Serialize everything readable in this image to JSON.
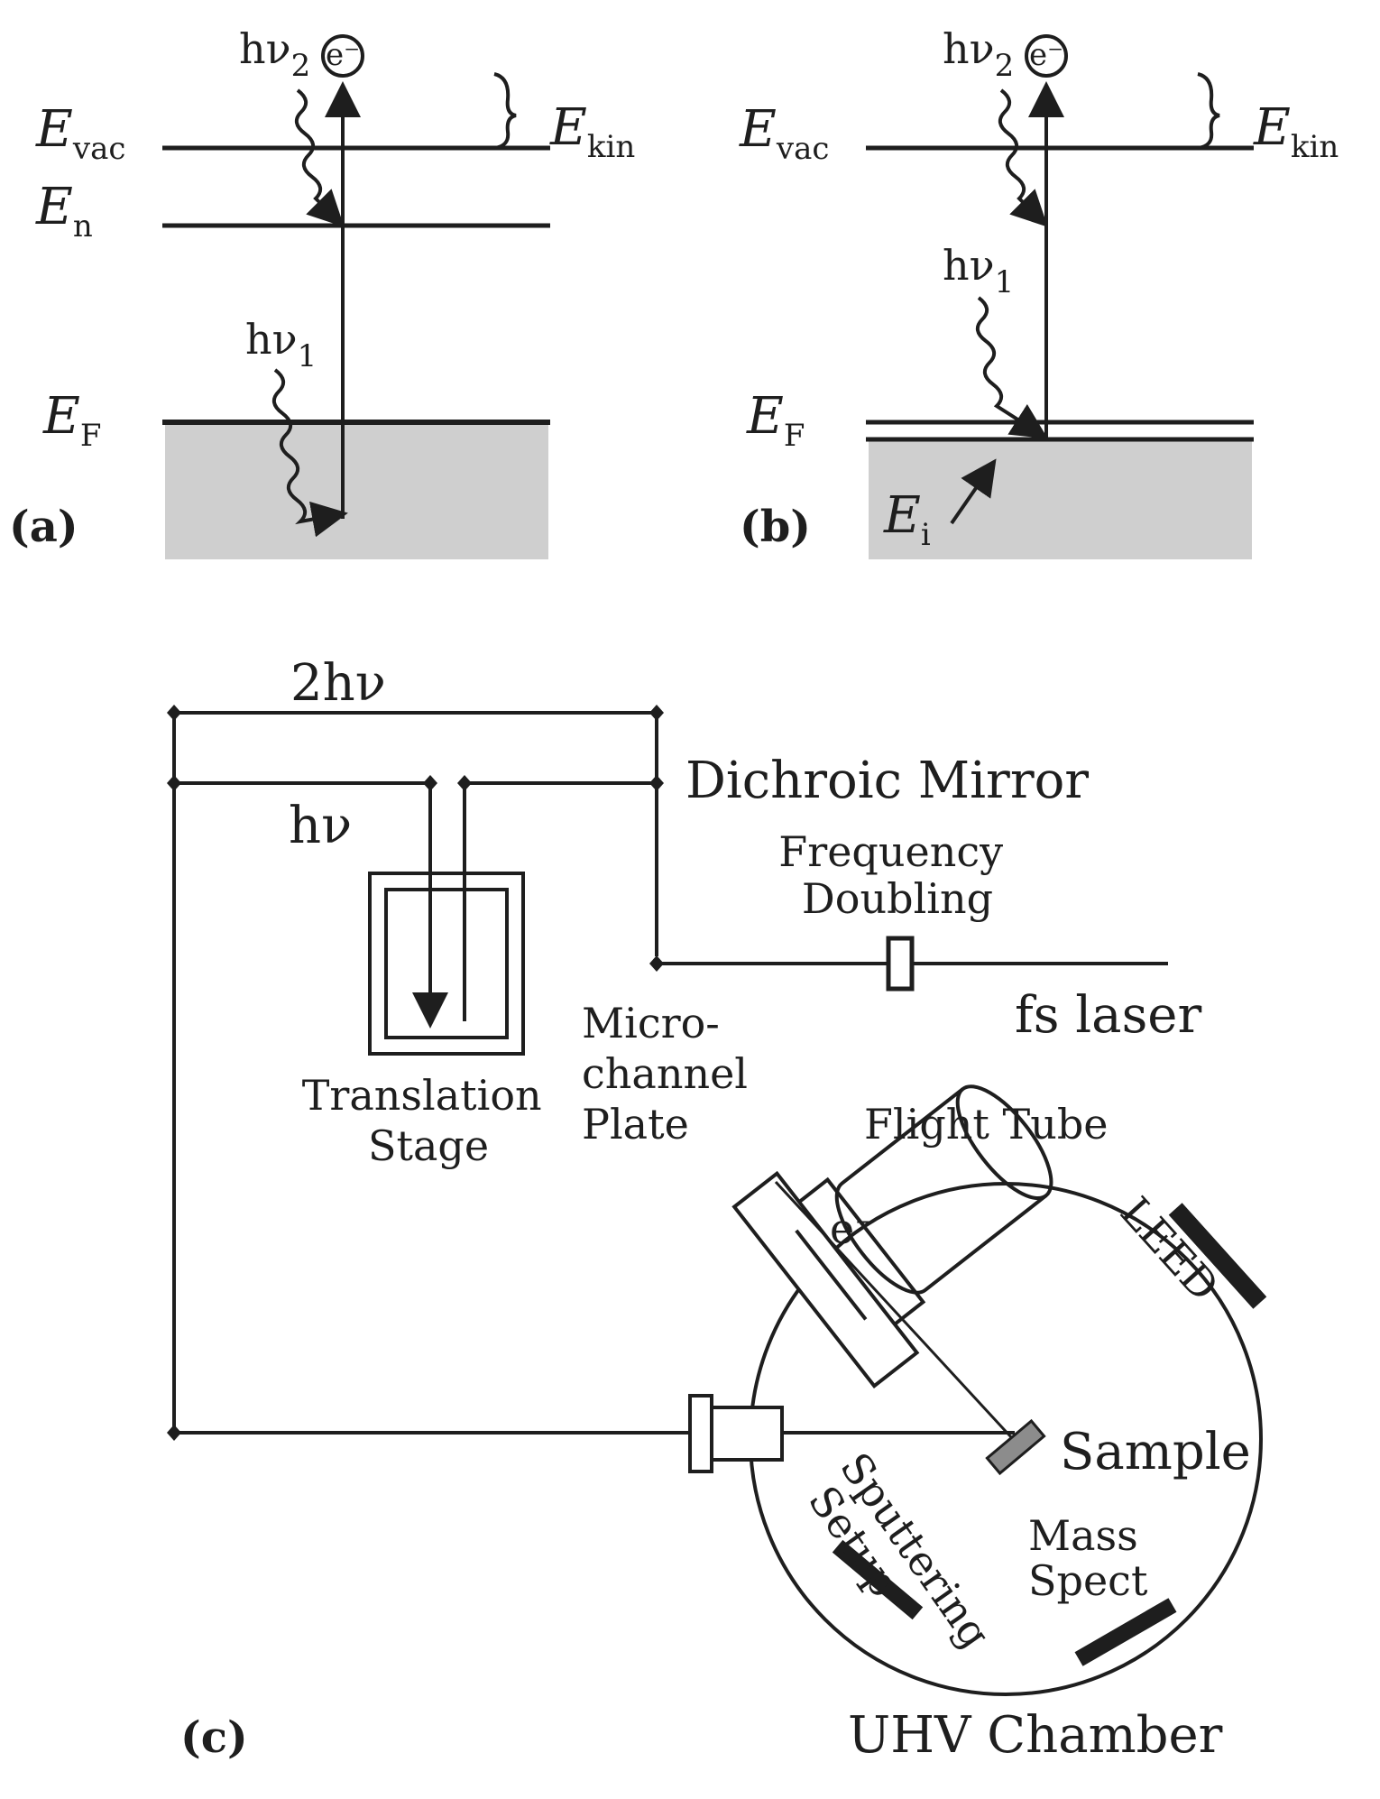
{
  "colors": {
    "ink": "#1e1e1e",
    "metal_fill": "#cfcfcf",
    "sample_fill": "#8c8c8c",
    "background": "#ffffff"
  },
  "panel_a": {
    "panel_label": "(a)",
    "E_vac": {
      "main": "E",
      "sub": "vac"
    },
    "E_n": {
      "main": "E",
      "sub": "n"
    },
    "E_F": {
      "main": "E",
      "sub": "F"
    },
    "E_kin": {
      "main": "E",
      "sub": "kin"
    },
    "hv1": {
      "main": "hν",
      "sub": "1"
    },
    "hv2": {
      "main": "hν",
      "sub": "2"
    },
    "electron": "e⁻"
  },
  "panel_b": {
    "panel_label": "(b)",
    "E_vac": {
      "main": "E",
      "sub": "vac"
    },
    "E_F": {
      "main": "E",
      "sub": "F"
    },
    "E_kin": {
      "main": "E",
      "sub": "kin"
    },
    "E_i": {
      "main": "E",
      "sub": "i"
    },
    "hv1": {
      "main": "hν",
      "sub": "1"
    },
    "hv2": {
      "main": "hν",
      "sub": "2"
    },
    "electron": "e⁻"
  },
  "panel_c": {
    "panel_label": "(c)",
    "two_hv": "2hν",
    "hv": "hν",
    "dichroic_mirror": "Dichroic Mirror",
    "frequency_doubling": [
      "Frequency",
      "Doubling"
    ],
    "fs_laser": "fs laser",
    "translation_stage": [
      "Translation",
      "Stage"
    ],
    "microchannel_plate": [
      "Micro-",
      "channel",
      "Plate"
    ],
    "flight_tube": "Flight Tube",
    "electron": "e⁻",
    "leed": "LEED",
    "sample": "Sample",
    "sputtering_setup": [
      "Sputtering",
      "Setup"
    ],
    "mass_spect": [
      "Mass",
      "Spect"
    ],
    "uhv_chamber": "UHV Chamber"
  }
}
